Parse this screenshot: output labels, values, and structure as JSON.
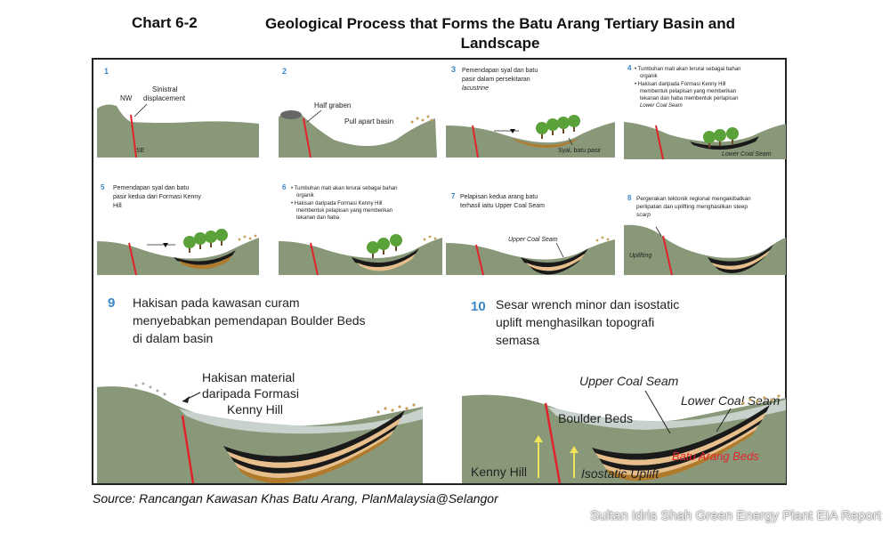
{
  "header": {
    "chart_number": "Chart 6-2",
    "title": "Geological Process that Forms the Batu Arang Tertiary Basin and Landscape"
  },
  "panels": {
    "p1": {
      "number": "1",
      "nw": "NW",
      "se": "SE",
      "sinistral": "Sinistral",
      "displacement": "displacement"
    },
    "p2": {
      "number": "2",
      "half_graben": "Half graben",
      "pull_apart": "Pull apart basin"
    },
    "p3": {
      "number": "3",
      "line1": "Pemendapan syal dan batu",
      "line2": "pasir dalam persekitaran",
      "line3": "lacustrine",
      "syal": "Syal, batu pasir"
    },
    "p4": {
      "number": "4",
      "b1a": "• Tumbuhan mati akan terurai sebagai bahan",
      "b1b": "organik",
      "b2a": "• Hakisan daripada Formasi Kenny Hill",
      "b2b": "membentuk pelapisan yang memberikan",
      "b2c": "tekanan dan haba membentuk perlapisan",
      "b2d": "Lower Coal Seam",
      "lower_coal": "Lower Coal Seam"
    },
    "p5": {
      "number": "5",
      "line1": "Pemendapan syal dan batu",
      "line2": "pasir kedua dari Formasi Kenny",
      "line3": "Hill"
    },
    "p6": {
      "number": "6",
      "b1a": "• Tumbuhan mati akan terurai sebagai bahan",
      "b1b": "organik",
      "b2a": "• Hakisan daripada Formasi Kenny Hill",
      "b2b": "membentuk pelapisan yang memberikan",
      "b2c": "tekanan dan haba"
    },
    "p7": {
      "number": "7",
      "line1": "Pelapisan kedua arang batu",
      "line2": "terhasil iaitu Upper Coal Seam",
      "upper_coal": "Upper Coal Seam"
    },
    "p8": {
      "number": "8",
      "line1": "Pergerakan tektonik regional mengakibatkan",
      "line2": "perlipatan dan uplifting menghasilkan steep",
      "line3": "scarp",
      "uplifting": "Uplifting"
    },
    "p9": {
      "number": "9",
      "line1": "Hakisan pada kawasan curam",
      "line2": "menyebabkan pemendapan Boulder Beds",
      "line3": "di dalam basin",
      "erosion1": "Hakisan material",
      "erosion2": "daripada Formasi",
      "erosion3": "Kenny Hill"
    },
    "p10": {
      "number": "10",
      "line1": "Sesar wrench minor dan isostatic",
      "line2": "uplift menghasilkan topografi",
      "line3": "semasa",
      "upper_coal": "Upper Coal Seam",
      "lower_coal": "Lower Coal Seam",
      "boulder": "Boulder Beds",
      "batu_arang": "Batu Arang Beds",
      "kenny": "Kenny Hill",
      "isostatic": "Isostatic Uplift"
    }
  },
  "footer": {
    "source": "Source: Rancangan Kawasan Khas Batu Arang, PlanMalaysia@Selangor",
    "watermark": "Sultan Idris Shah Green Energy Plant EIA Report"
  },
  "colors": {
    "ground": "#8a987a",
    "fault": "#e0242a",
    "coal": "#1a1a1a",
    "sand": "#e8bf8c",
    "sediment": "#b07a2a",
    "tree": "#5aa13a",
    "boulder_beds": "#c9d1cc",
    "number": "#3b86c8",
    "arrow_uplift": "#f2e35a"
  }
}
